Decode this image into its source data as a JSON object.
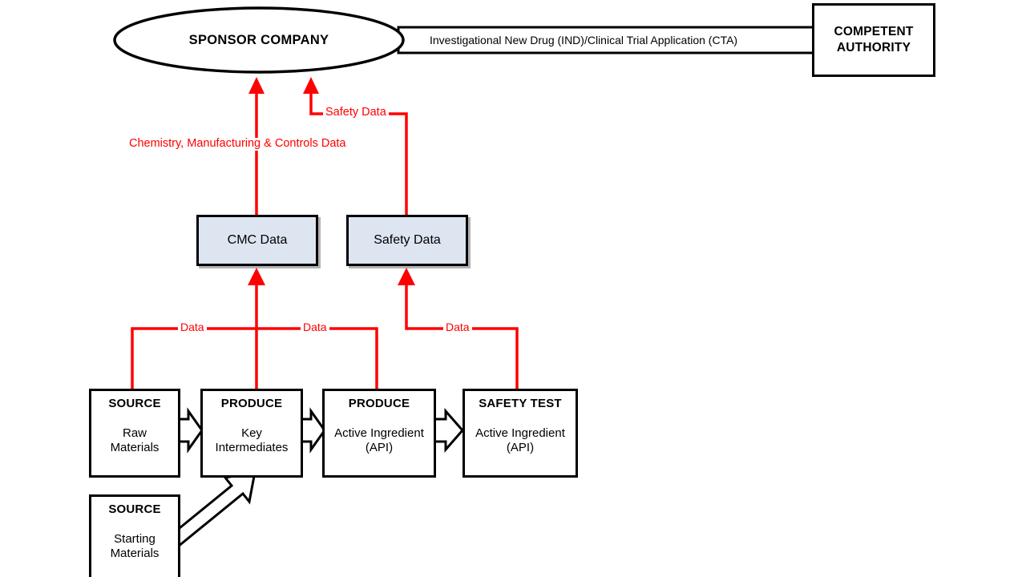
{
  "diagram": {
    "title": "Drug Development Data Flow",
    "colors": {
      "red": "#ff0000",
      "box_fill": "#dde5f1",
      "stroke": "#000000",
      "background": "#ffffff"
    }
  },
  "sponsor": {
    "label": "SPONSOR COMPANY"
  },
  "authority": {
    "line1": "COMPETENT",
    "line2": "AUTHORITY"
  },
  "submission_arrow": {
    "label": "Investigational New Drug (IND)/Clinical Trial Application (CTA)"
  },
  "data_panels": [
    {
      "label": "CMC Data"
    },
    {
      "label": "Safety Data"
    }
  ],
  "red_connectors": {
    "cmc_to_sponsor": "Chemistry, Manufacturing & Controls Data",
    "safety_to_sponsor": "Safety Data",
    "data_label_1": "Data",
    "data_label_2": "Data",
    "data_label_3": "Data"
  },
  "process_chain": [
    {
      "heading": "SOURCE",
      "body_line1": "Raw",
      "body_line2": "Materials"
    },
    {
      "heading": "PRODUCE",
      "body_line1": "Key",
      "body_line2": "Intermediates"
    },
    {
      "heading": "PRODUCE",
      "body_line1": "Active Ingredient",
      "body_line2": "(API)"
    },
    {
      "heading": "SAFETY TEST",
      "body_line1": "Active Ingredient",
      "body_line2": "(API)"
    }
  ],
  "starting_materials": {
    "heading": "SOURCE",
    "body_line1": "Starting",
    "body_line2": "Materials"
  }
}
